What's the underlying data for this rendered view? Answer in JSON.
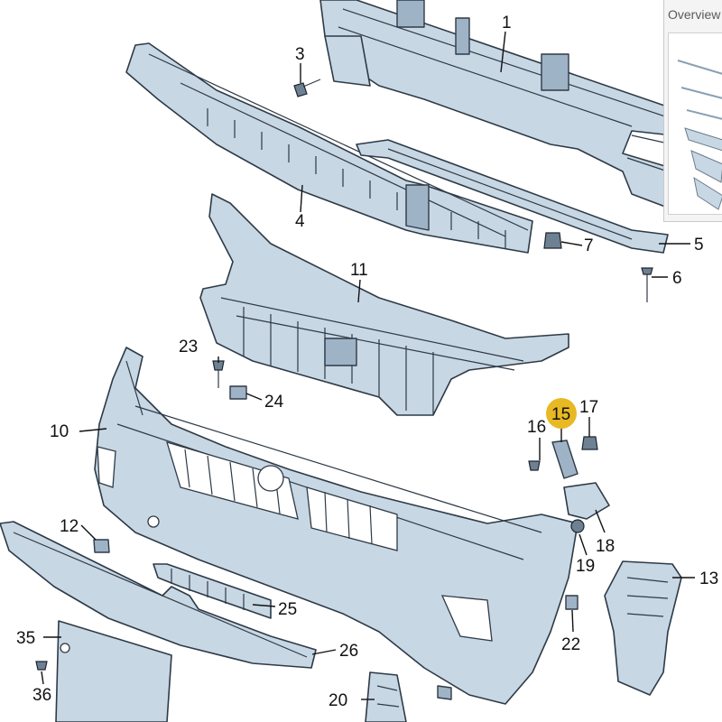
{
  "overview_panel": {
    "title": "Overview"
  },
  "highlight_color": "#e8b923",
  "callouts": [
    {
      "id": "c1",
      "label": "1"
    },
    {
      "id": "c3",
      "label": "3"
    },
    {
      "id": "c4",
      "label": "4"
    },
    {
      "id": "c5",
      "label": "5"
    },
    {
      "id": "c6",
      "label": "6"
    },
    {
      "id": "c7",
      "label": "7"
    },
    {
      "id": "c10",
      "label": "10"
    },
    {
      "id": "c11",
      "label": "11"
    },
    {
      "id": "c12",
      "label": "12"
    },
    {
      "id": "c13",
      "label": "13"
    },
    {
      "id": "c15",
      "label": "15"
    },
    {
      "id": "c16",
      "label": "16"
    },
    {
      "id": "c17",
      "label": "17"
    },
    {
      "id": "c18",
      "label": "18"
    },
    {
      "id": "c19",
      "label": "19"
    },
    {
      "id": "c20",
      "label": "20"
    },
    {
      "id": "c22",
      "label": "22"
    },
    {
      "id": "c23",
      "label": "23"
    },
    {
      "id": "c24",
      "label": "24"
    },
    {
      "id": "c25",
      "label": "25"
    },
    {
      "id": "c26",
      "label": "26"
    },
    {
      "id": "c35",
      "label": "35"
    },
    {
      "id": "c36",
      "label": "36"
    }
  ]
}
